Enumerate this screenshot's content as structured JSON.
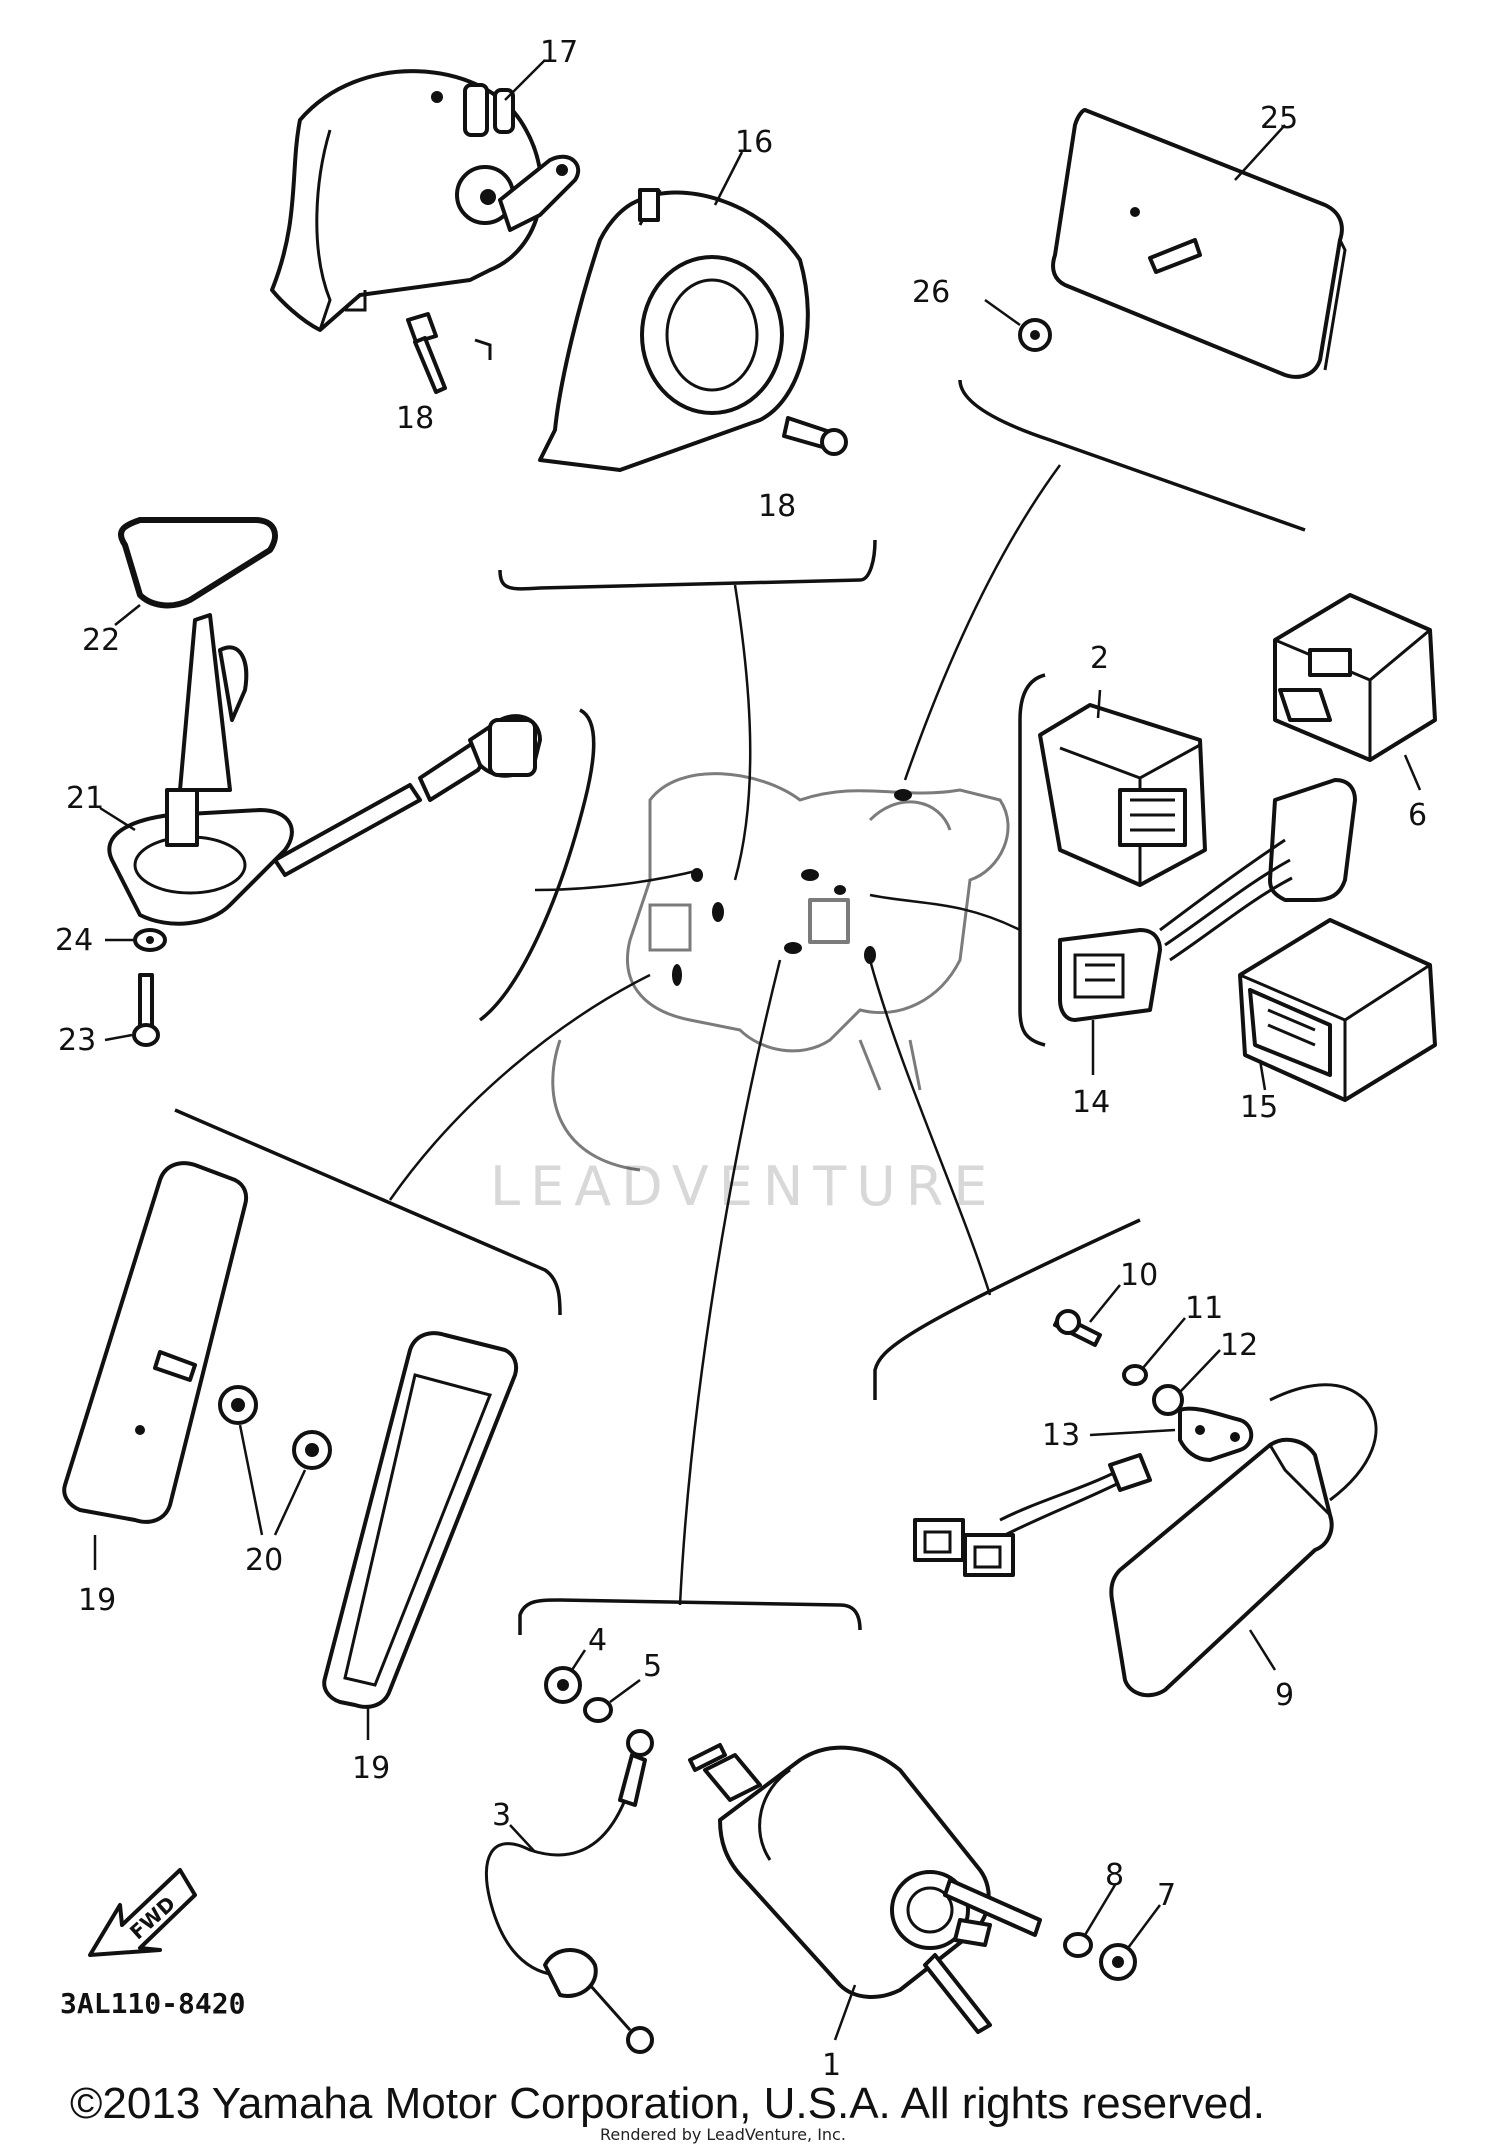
{
  "diagram_code": "3AL110-8420",
  "fwd_label": "FWD",
  "watermark": "LEADVENTURE",
  "copyright": "©2013 Yamaha Motor Corporation, U.S.A. All rights reserved.",
  "rendered_by": "Rendered by LeadVenture, Inc.",
  "callouts": {
    "c1": "1",
    "c2": "2",
    "c3": "3",
    "c4": "4",
    "c5": "5",
    "c6": "6",
    "c7": "7",
    "c8": "8",
    "c9": "9",
    "c10": "10",
    "c11": "11",
    "c12": "12",
    "c13": "13",
    "c14": "14",
    "c15": "15",
    "c16": "16",
    "c17": "17",
    "c18a": "18",
    "c18b": "18",
    "c19a": "19",
    "c19b": "19",
    "c20": "20",
    "c21": "21",
    "c22": "22",
    "c23": "23",
    "c24": "24",
    "c25": "25",
    "c26": "26"
  }
}
